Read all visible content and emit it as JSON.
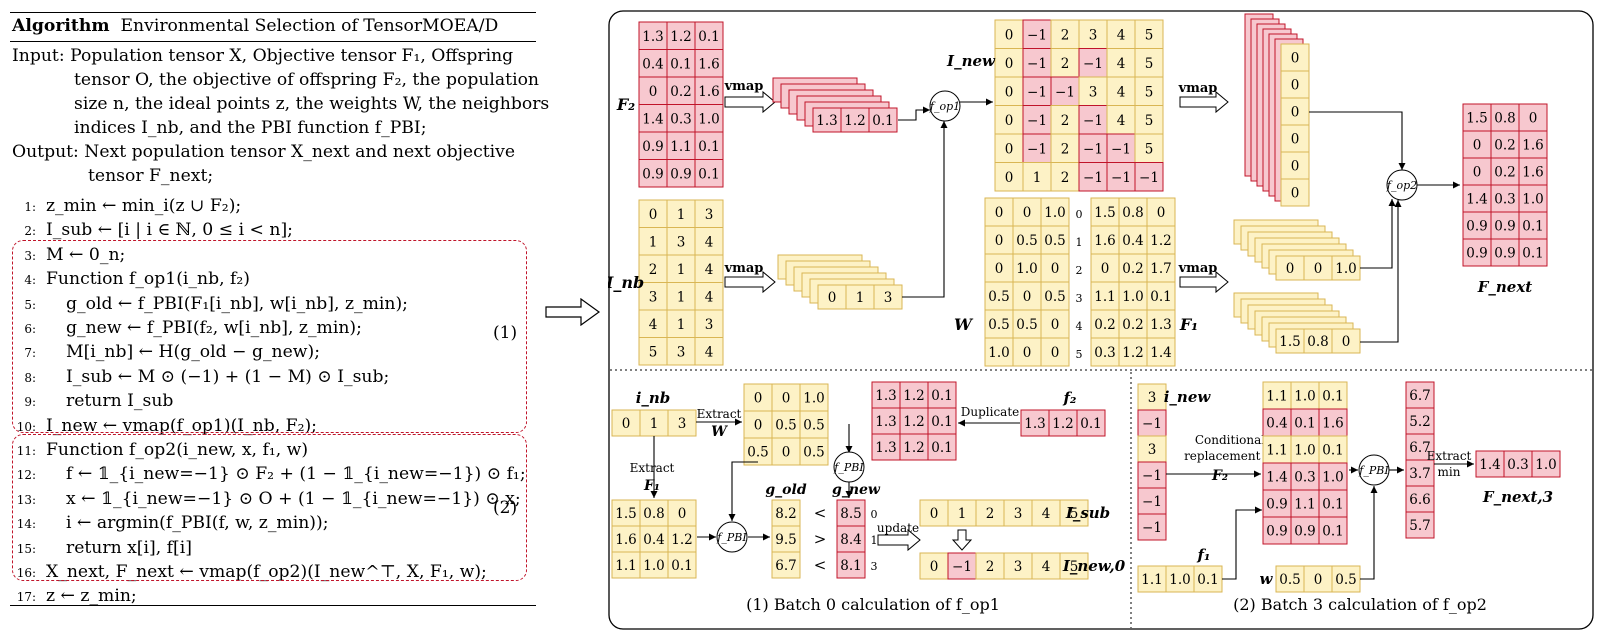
{
  "algorithm": {
    "label": "Algorithm",
    "title": "Environmental Selection of TensorMOEA/D",
    "input": [
      "Input: Population tensor X, Objective tensor F₁, Offspring",
      "tensor O, the objective of offspring F₂, the population",
      "size n, the ideal points z, the weights W, the neighbors",
      "indices I_nb, and the PBI function f_PBI;"
    ],
    "output": [
      "Output: Next population tensor X_next and next objective",
      "tensor F_next;"
    ],
    "lines": [
      {
        "n": "1:",
        "t": "z_min ← min_i(z ∪ F₂);"
      },
      {
        "n": "2:",
        "t": "I_sub ← [i | i ∈ ℕ, 0 ≤ i < n];"
      },
      {
        "n": "3:",
        "t": "M ← 0_n;"
      },
      {
        "n": "4:",
        "t": "Function f_op1(i_nb, f₂)"
      },
      {
        "n": "5:",
        "t": "g_old ← f_PBI(F₁[i_nb], w[i_nb], z_min);"
      },
      {
        "n": "6:",
        "t": "g_new ← f_PBI(f₂, w[i_nb], z_min);"
      },
      {
        "n": "7:",
        "t": "M[i_nb] ← H(g_old − g_new);"
      },
      {
        "n": "8:",
        "t": "I_sub ← M ⊙ (−1) + (1 − M) ⊙ I_sub;"
      },
      {
        "n": "9:",
        "t": "return I_sub"
      },
      {
        "n": "10:",
        "t": "I_new ← vmap(f_op1)(I_nb, F₂);"
      },
      {
        "n": "11:",
        "t": "Function f_op2(i_new, x, f₁, w)"
      },
      {
        "n": "12:",
        "t": "f ← 𝟙_{i_new=−1} ⊙ F₂ + (1 − 𝟙_{i_new=−1}) ⊙ f₁;"
      },
      {
        "n": "13:",
        "t": "x ← 𝟙_{i_new=−1} ⊙ O + (1 − 𝟙_{i_new=−1}) ⊙ x;"
      },
      {
        "n": "14:",
        "t": "i ← argmin(f_PBI(f, w, z_min));"
      },
      {
        "n": "15:",
        "t": "return x[i], f[i]"
      },
      {
        "n": "16:",
        "t": "X_next, F_next ← vmap(f_op2)(I_new^⊤, X, F₁, w);"
      },
      {
        "n": "17:",
        "t": "z ← z_min;"
      }
    ],
    "block1": "(1)",
    "block2": "(2)"
  },
  "diagram": {
    "F2": {
      "label": "F₂",
      "rows": [
        [
          "1.3",
          "1.2",
          "0.1"
        ],
        [
          "0.4",
          "0.1",
          "1.6"
        ],
        [
          "0",
          "0.2",
          "1.6"
        ],
        [
          "1.4",
          "0.3",
          "1.0"
        ],
        [
          "0.9",
          "1.1",
          "0.1"
        ],
        [
          "0.9",
          "0.9",
          "0.1"
        ]
      ]
    },
    "Inb": {
      "label": "I_nb",
      "rows": [
        [
          "0",
          "1",
          "3"
        ],
        [
          "1",
          "3",
          "4"
        ],
        [
          "2",
          "1",
          "4"
        ],
        [
          "3",
          "1",
          "4"
        ],
        [
          "4",
          "1",
          "3"
        ],
        [
          "5",
          "3",
          "4"
        ]
      ]
    },
    "vmap": "vmap",
    "stack_F2_front": [
      "1.3",
      "1.2",
      "0.1"
    ],
    "stack_Inb_front": [
      "0",
      "1",
      "3"
    ],
    "fop1": "f_op1",
    "fop2": "f_op2",
    "Inew": {
      "label": "I_new",
      "rows": [
        [
          "0",
          "−1",
          "2",
          "3",
          "4",
          "5"
        ],
        [
          "0",
          "−1",
          "2",
          "−1",
          "4",
          "5"
        ],
        [
          "0",
          "−1",
          "−1",
          "3",
          "4",
          "5"
        ],
        [
          "0",
          "−1",
          "2",
          "−1",
          "4",
          "5"
        ],
        [
          "0",
          "−1",
          "2",
          "−1",
          "−1",
          "5"
        ],
        [
          "0",
          "1",
          "2",
          "−1",
          "−1",
          "−1"
        ]
      ]
    },
    "W": {
      "label": "W",
      "rows": [
        [
          "0",
          "0",
          "1.0"
        ],
        [
          "0",
          "0.5",
          "0.5"
        ],
        [
          "0",
          "1.0",
          "0"
        ],
        [
          "0.5",
          "0",
          "0.5"
        ],
        [
          "0.5",
          "0.5",
          "0"
        ],
        [
          "1.0",
          "0",
          "0"
        ]
      ]
    },
    "F1": {
      "label": "F₁",
      "index": [
        "0",
        "1",
        "2",
        "3",
        "4",
        "5"
      ],
      "rows": [
        [
          "1.5",
          "0.8",
          "0"
        ],
        [
          "1.6",
          "0.4",
          "1.2"
        ],
        [
          "0",
          "0.2",
          "1.7"
        ],
        [
          "1.1",
          "1.0",
          "0.1"
        ],
        [
          "0.2",
          "0.2",
          "1.3"
        ],
        [
          "0.3",
          "1.2",
          "1.4"
        ]
      ]
    },
    "stack_col": [
      "0",
      "0",
      "0",
      "0",
      "0",
      "0"
    ],
    "stack_W_front": [
      "0",
      "0",
      "1.0"
    ],
    "stack_F1_front": [
      "1.5",
      "0.8",
      "0"
    ],
    "Fnext": {
      "label": "F_next",
      "rows": [
        [
          "1.5",
          "0.8",
          "0"
        ],
        [
          "0",
          "0.2",
          "1.6"
        ],
        [
          "0",
          "0.2",
          "1.6"
        ],
        [
          "1.4",
          "0.3",
          "1.0"
        ],
        [
          "0.9",
          "0.9",
          "0.1"
        ],
        [
          "0.9",
          "0.9",
          "0.1"
        ]
      ]
    },
    "batch0": {
      "caption": "(1) Batch 0 calculation of f_op1",
      "inb": {
        "label": "i_nb",
        "vals": [
          "0",
          "1",
          "3"
        ]
      },
      "extract_W": "Extract",
      "W_label": "W",
      "w_rows": [
        [
          "0",
          "0",
          "1.0"
        ],
        [
          "0",
          "0.5",
          "0.5"
        ],
        [
          "0.5",
          "0",
          "0.5"
        ]
      ],
      "f2dup_rows": [
        [
          "1.3",
          "1.2",
          "0.1"
        ],
        [
          "1.3",
          "1.2",
          "0.1"
        ],
        [
          "1.3",
          "1.2",
          "0.1"
        ]
      ],
      "duplicate": "Duplicate",
      "f2": {
        "label": "f₂",
        "vals": [
          "1.3",
          "1.2",
          "0.1"
        ]
      },
      "extract_F1": "Extract",
      "F1_label": "F₁",
      "f1_rows": [
        [
          "1.5",
          "0.8",
          "0"
        ],
        [
          "1.6",
          "0.4",
          "1.2"
        ],
        [
          "1.1",
          "1.0",
          "0.1"
        ]
      ],
      "fpbi": "f_PBI",
      "gold": {
        "label": "g_old",
        "vals": [
          "8.2",
          "9.5",
          "6.7"
        ]
      },
      "cmp": [
        "<",
        ">",
        "<"
      ],
      "gnew": {
        "label": "g_new",
        "vals": [
          "8.5",
          "8.4",
          "8.1"
        ]
      },
      "idx": [
        "0",
        "1",
        "3"
      ],
      "update": "update",
      "Isub": {
        "label": "I_sub",
        "vals": [
          "0",
          "1",
          "2",
          "3",
          "4",
          "5"
        ]
      },
      "Inew0": {
        "label": "I_new,0",
        "vals": [
          "0",
          "−1",
          "2",
          "3",
          "4",
          "5"
        ]
      }
    },
    "batch3": {
      "caption": "(2) Batch 3 calculation of f_op2",
      "inew": {
        "label": "i_new",
        "vals": [
          "3",
          "−1",
          "3",
          "−1",
          "−1",
          "−1"
        ]
      },
      "cond": [
        "Conditional",
        "replacement of"
      ],
      "F2_label": "F₂",
      "mat": [
        [
          "1.1",
          "1.0",
          "0.1"
        ],
        [
          "0.4",
          "0.1",
          "1.6"
        ],
        [
          "1.1",
          "1.0",
          "0.1"
        ],
        [
          "1.4",
          "0.3",
          "1.0"
        ],
        [
          "0.9",
          "1.1",
          "0.1"
        ],
        [
          "0.9",
          "0.9",
          "0.1"
        ]
      ],
      "f1": {
        "label": "f₁",
        "vals": [
          "1.1",
          "1.0",
          "0.1"
        ]
      },
      "w": {
        "label": "w",
        "vals": [
          "0.5",
          "0",
          "0.5"
        ]
      },
      "fpbi": "f_PBI",
      "scores": [
        "6.7",
        "5.2",
        "6.7",
        "3.7",
        "6.6",
        "5.7"
      ],
      "extract": [
        "Extract",
        "min"
      ],
      "Fnext3": {
        "label": "F_next,3",
        "vals": [
          "1.4",
          "0.3",
          "1.0"
        ]
      }
    },
    "colors": {
      "pink": "#f7c8cf",
      "yellow": "#fdf2c6",
      "red": "#c0142a",
      "yellow_border": "#d9b654"
    }
  }
}
